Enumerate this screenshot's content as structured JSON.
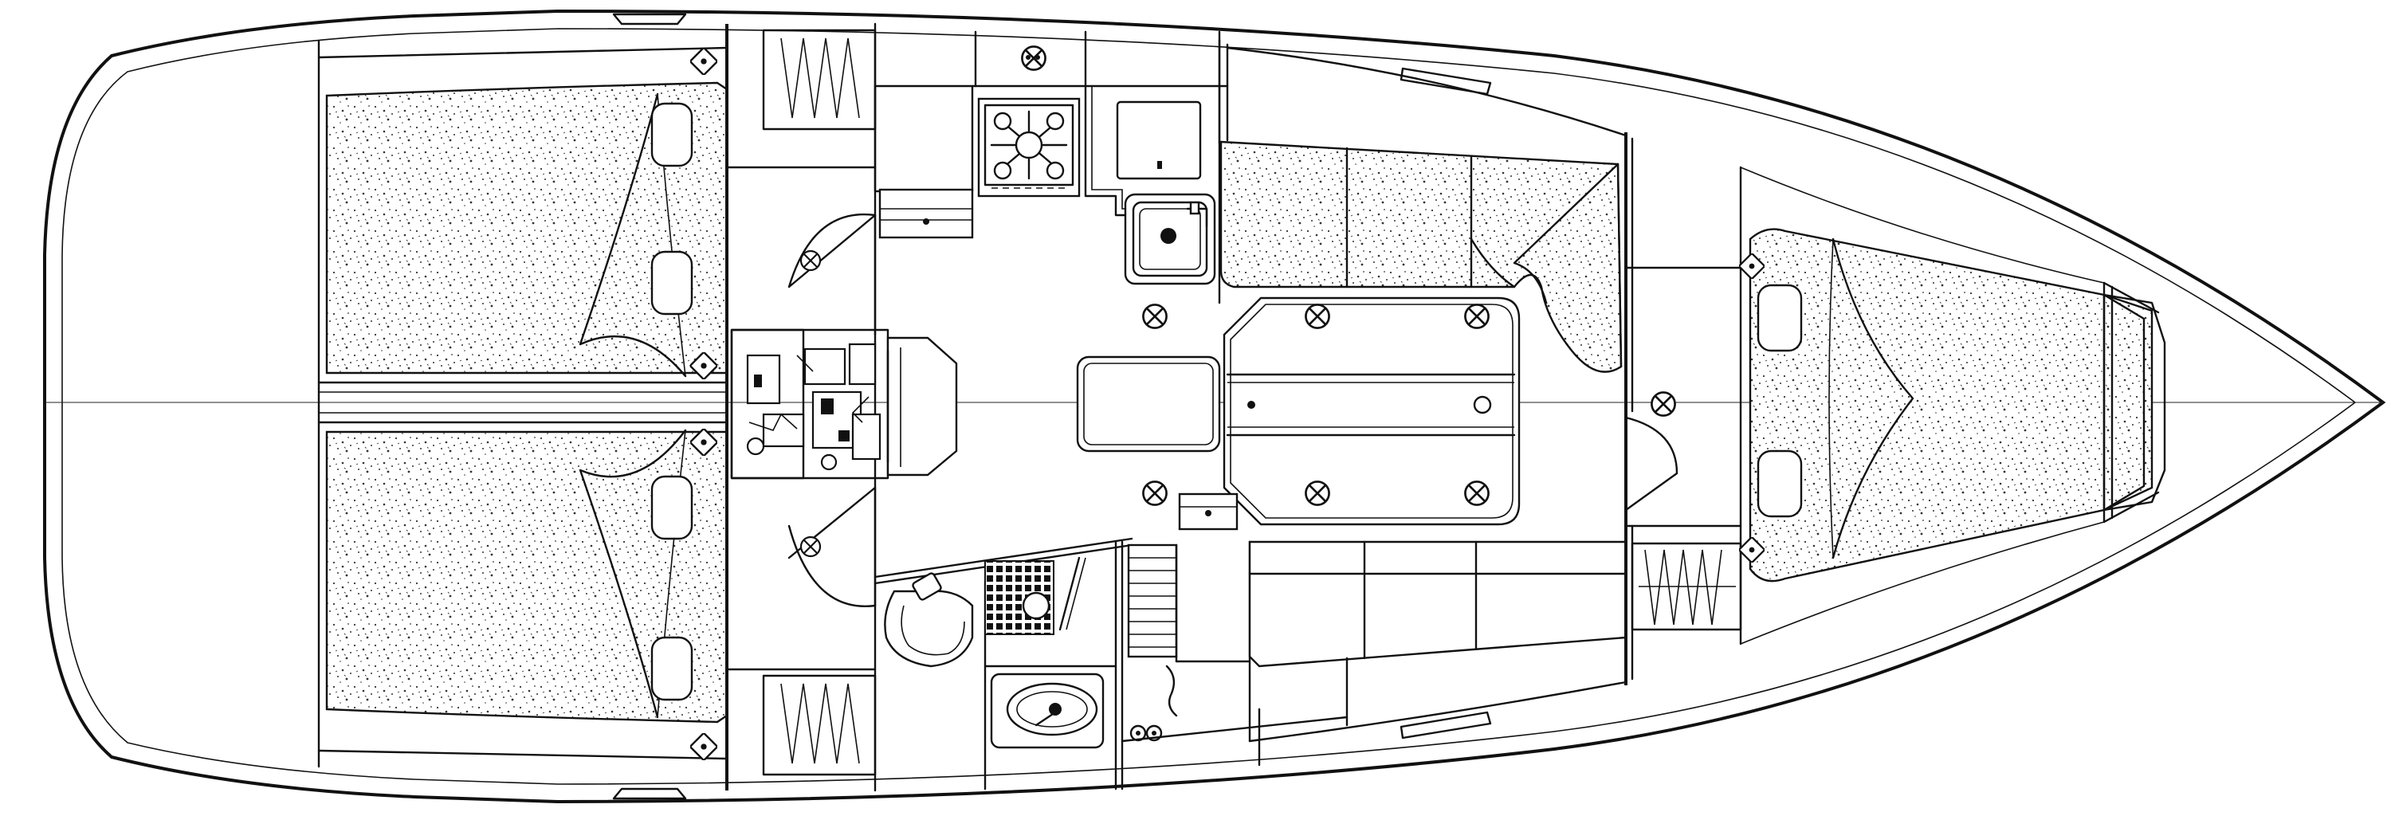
{
  "diagram": {
    "kind": "sailboat-interior-layout",
    "view": "plan-from-above",
    "orientation": {
      "stern": "left",
      "bow": "right"
    },
    "colors": {
      "line": "#111111",
      "background": "#ffffff",
      "cushion_dots": "#333333"
    },
    "areas": [
      {
        "name": "aft-cabin-port",
        "contains": [
          "double-berth",
          "hanging-locker"
        ]
      },
      {
        "name": "aft-cabin-starboard",
        "contains": [
          "double-berth",
          "hanging-locker"
        ]
      },
      {
        "name": "companionway",
        "contains": [
          "engine",
          "steps"
        ]
      },
      {
        "name": "galley",
        "contains": [
          "stove",
          "sink",
          "fridge"
        ]
      },
      {
        "name": "saloon",
        "contains": [
          "l-settee",
          "straight-settee",
          "table"
        ]
      },
      {
        "name": "heads",
        "contains": [
          "toilet",
          "washbasin",
          "shower-grating"
        ]
      },
      {
        "name": "nav-station",
        "contains": [
          "chart-table"
        ]
      },
      {
        "name": "forward-cabin",
        "contains": [
          "v-berth",
          "hanging-locker"
        ]
      }
    ]
  }
}
